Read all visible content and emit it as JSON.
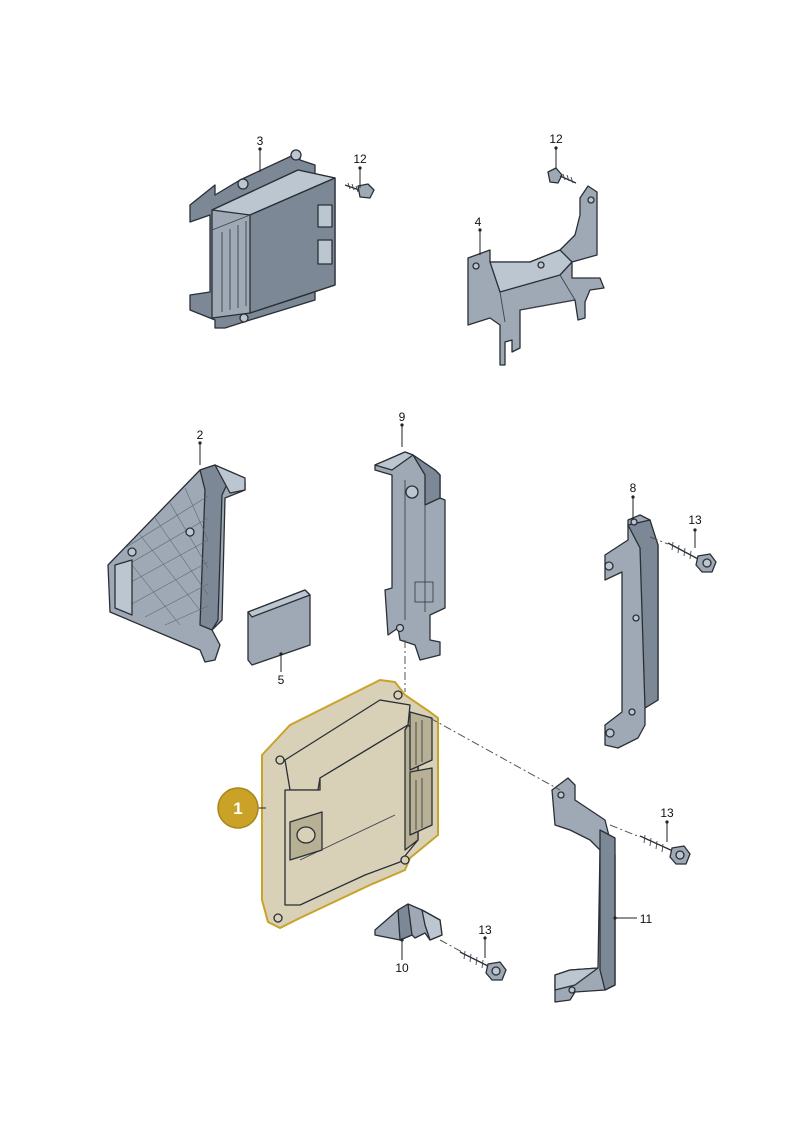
{
  "diagram": {
    "callouts": {
      "c1": "1",
      "c2": "2",
      "c3": "3",
      "c4": "4",
      "c5": "5",
      "c8": "8",
      "c9": "9",
      "c10": "10",
      "c11": "11",
      "c12a": "12",
      "c12b": "12",
      "c13a": "13",
      "c13b": "13",
      "c13c": "13"
    },
    "colors": {
      "highlight_badge": "#c9a227",
      "highlight_part": "#d8d1b8",
      "part_fill": "#9ea9b5",
      "outline": "#2a2f36"
    }
  }
}
